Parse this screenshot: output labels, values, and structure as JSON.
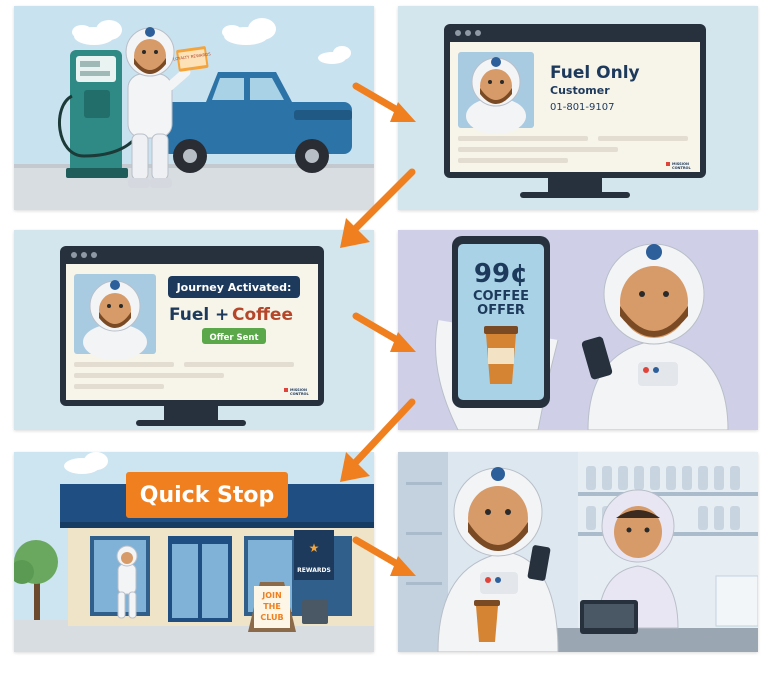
{
  "panel1": {
    "card_text": "LOYALTY REWARDS"
  },
  "panel2": {
    "headline": "Fuel Only",
    "subtitle": "Customer",
    "phone": "01-801-9107",
    "brand_line1": "MISSION",
    "brand_line2": "CONTROL"
  },
  "panel3": {
    "banner": "Journey Activated:",
    "fuel_text": "Fuel",
    "plus_text": "+",
    "coffee_text": "Coffee",
    "badge": "Offer Sent",
    "brand_line1": "MISSION",
    "brand_line2": "CONTROL"
  },
  "panel4": {
    "price": "99¢",
    "offer_line1": "COFFEE",
    "offer_line2": "OFFER"
  },
  "panel5": {
    "store_sign": "Quick Stop",
    "rewards_label": "REWARDS",
    "sandwich_line1": "JOIN",
    "sandwich_line2": "THE",
    "sandwich_line3": "CLUB"
  },
  "colors": {
    "accent_orange": "#f07f1f",
    "navy": "#1d3a5c",
    "offer_green": "#5aa84a",
    "coffee_brown": "#b5462a",
    "panel_blue": "#cfe3ee",
    "panel_lilac": "#cfd0e8"
  }
}
